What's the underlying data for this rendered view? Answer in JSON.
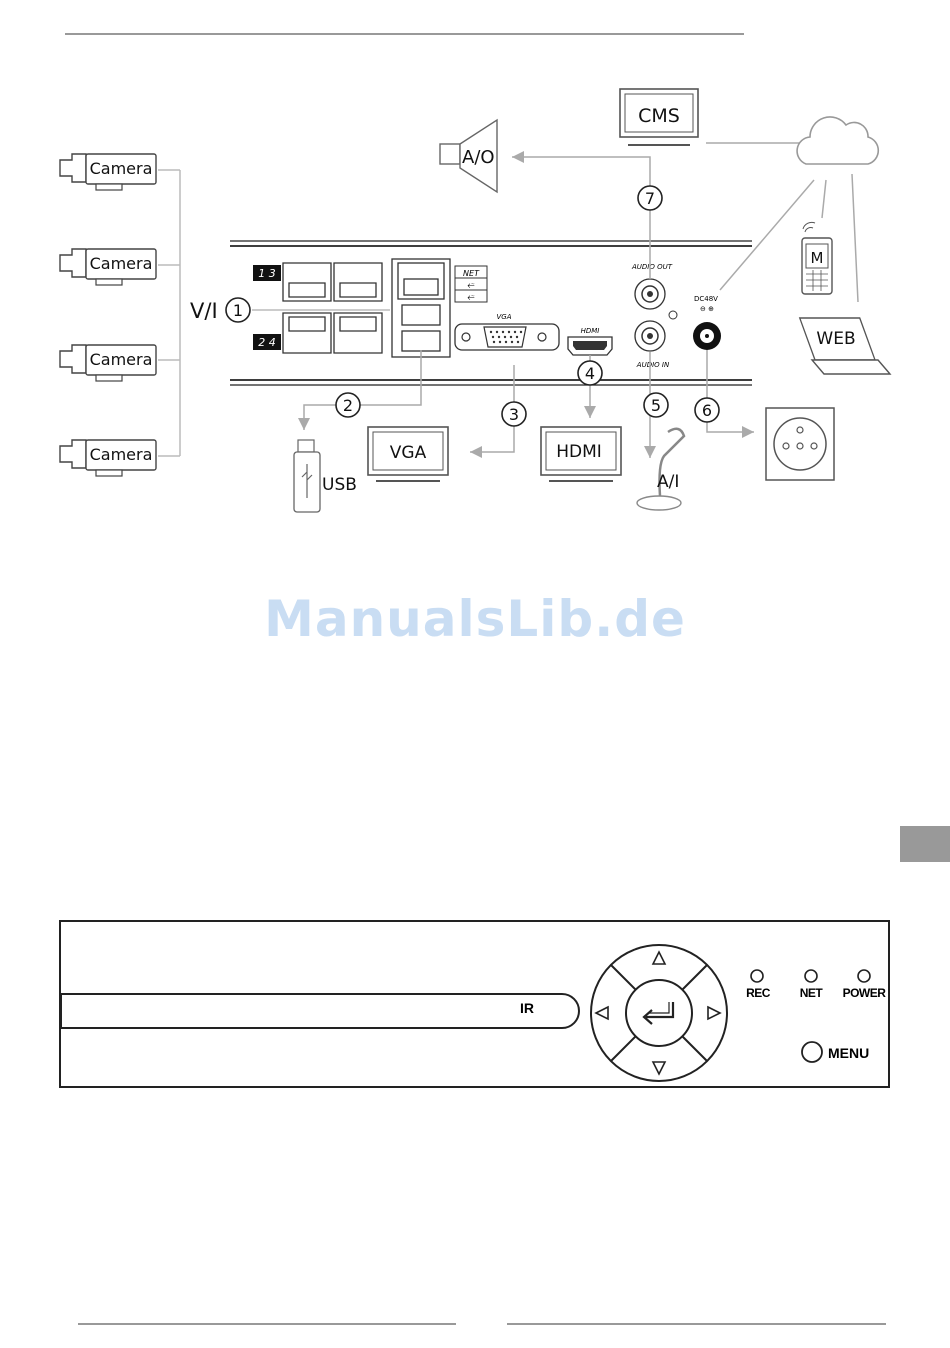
{
  "watermark": "ManualsLib.de",
  "diagram": {
    "cameras": [
      "Camera",
      "Camera",
      "Camera",
      "Camera"
    ],
    "vi_label": "V/I",
    "ao_label": "A/O",
    "cms_label": "CMS",
    "mobile_label": "M",
    "web_label": "WEB",
    "usb_label": "USB",
    "vga_monitor_label": "VGA",
    "hdmi_monitor_label": "HDMI",
    "ai_label": "A/I",
    "panel": {
      "port_numbers_top": "1 3",
      "port_numbers_bottom": "2 4",
      "net_label": "NET",
      "usb_symbol": "⭉",
      "vga_port_label": "VGA",
      "hdmi_port_label": "HDMI",
      "audio_out_label": "AUDIO OUT",
      "audio_in_label": "AUDIO IN",
      "power_label": "DC48V"
    },
    "callouts": [
      "1",
      "2",
      "3",
      "4",
      "5",
      "6",
      "7"
    ]
  },
  "front_panel": {
    "ir_label": "IR",
    "leds": [
      "REC",
      "NET",
      "POWER"
    ],
    "menu_label": "MENU"
  }
}
